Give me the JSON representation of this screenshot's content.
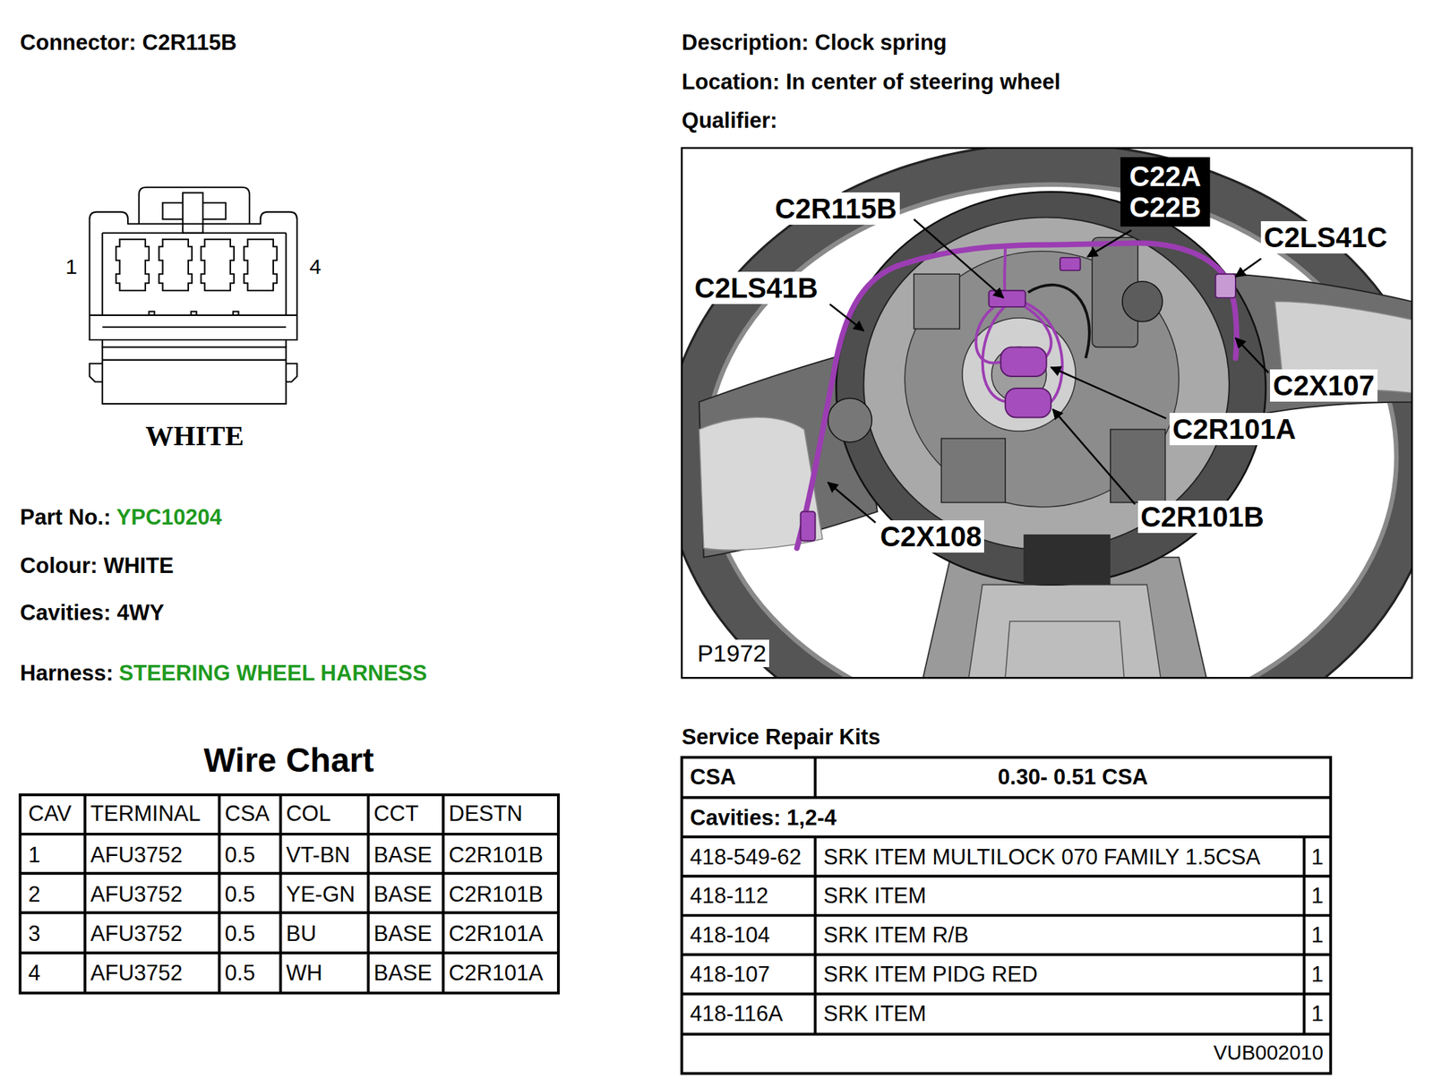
{
  "diagram": {
    "labels": [
      "Connector: C2R115B",
      "Description: Clock spring",
      "Location: In center of steering wheel",
      "Qualifier:",
      "1",
      "4",
      "WHITE",
      "Part No.:",
      "YPC10204",
      "Colour: WHITE",
      "Cavities: 4WY",
      "Harness:",
      "STEERING WHEEL HARNESS",
      "C2R115B",
      "C22A",
      "C22B",
      "C2LS41C",
      "C2LS41B",
      "C2X107",
      "C2R101A",
      "C2R101B",
      "C2X108",
      "P1972",
      "Wire Chart",
      "CAV",
      "TERMINAL",
      "CSA",
      "COL",
      "CCT",
      "DESTN",
      "1",
      "AFU3752",
      "0.5",
      "VT-BN",
      "BASE",
      "C2R101B",
      "2",
      "AFU3752",
      "0.5",
      "YE-GN",
      "BASE",
      "C2R101B",
      "3",
      "AFU3752",
      "0.5",
      "BU",
      "BASE",
      "C2R101A",
      "4",
      "AFU3752",
      "0.5",
      "WH",
      "BASE",
      "C2R101A",
      "Service Repair Kits",
      "CSA",
      "0.30- 0.51 CSA",
      "Cavities: 1,2-4",
      "418-549-62",
      "SRK ITEM MULTILOCK 070 FAMILY 1.5CSA",
      "1",
      "418-112",
      "SRK ITEM",
      "1",
      "418-104",
      "SRK ITEM R/B",
      "1",
      "418-107",
      "SRK ITEM PIDG RED",
      "1",
      "418-116A",
      "SRK ITEM",
      "1",
      "VUB002010"
    ]
  }
}
